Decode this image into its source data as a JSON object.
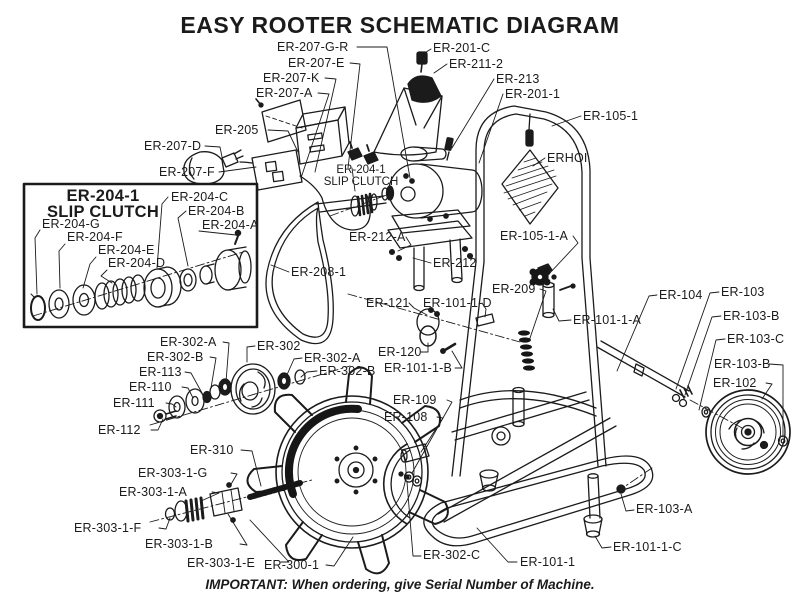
{
  "page": {
    "title": "EASY ROOTER SCHEMATIC DIAGRAM",
    "footer": "IMPORTANT: When ordering, give Serial Number of Machine."
  },
  "colors": {
    "ink": "#1b1b1b",
    "background": "#ffffff"
  },
  "inset": {
    "title_line1": "ER-204-1",
    "title_line2": "SLIP CLUTCH"
  },
  "motor_callout": {
    "line1": "ER-204-1",
    "line2": "SLIP CLUTCH"
  },
  "labels": [
    {
      "text": "ER-207-G-R"
    },
    {
      "text": "ER-201-C"
    },
    {
      "text": "ER-207-E"
    },
    {
      "text": "ER-211-2"
    },
    {
      "text": "ER-207-K"
    },
    {
      "text": "ER-213"
    },
    {
      "text": "ER-207-A"
    },
    {
      "text": "ER-201-1"
    },
    {
      "text": "ER-105-1"
    },
    {
      "text": "ER-205"
    },
    {
      "text": "ER-207-D"
    },
    {
      "text": "ERHOI"
    },
    {
      "text": "ER-207-F"
    },
    {
      "text": "ER-204-C"
    },
    {
      "text": "ER-204-B"
    },
    {
      "text": "ER-204-G"
    },
    {
      "text": "ER-204-A"
    },
    {
      "text": "ER-204-F"
    },
    {
      "text": "ER-204-E"
    },
    {
      "text": "ER-204-D"
    },
    {
      "text": "ER-212-A"
    },
    {
      "text": "ER-105-1-A"
    },
    {
      "text": "ER-212"
    },
    {
      "text": "ER-208-1"
    },
    {
      "text": "ER-209"
    },
    {
      "text": "ER-104"
    },
    {
      "text": "ER-103"
    },
    {
      "text": "ER-121"
    },
    {
      "text": "ER-101-1-D"
    },
    {
      "text": "ER-103-B"
    },
    {
      "text": "ER-101-1-A"
    },
    {
      "text": "ER-103-C"
    },
    {
      "text": "ER-302-A"
    },
    {
      "text": "ER-302"
    },
    {
      "text": "ER-302-B"
    },
    {
      "text": "ER-302-A"
    },
    {
      "text": "ER-113"
    },
    {
      "text": "ER-302-B"
    },
    {
      "text": "ER-120"
    },
    {
      "text": "ER-103-B"
    },
    {
      "text": "ER-110"
    },
    {
      "text": "ER-101-1-B"
    },
    {
      "text": "ER-102"
    },
    {
      "text": "ER-111"
    },
    {
      "text": "ER-109"
    },
    {
      "text": "ER-108"
    },
    {
      "text": "ER-112"
    },
    {
      "text": "ER-310"
    },
    {
      "text": "ER-303-1-G"
    },
    {
      "text": "ER-303-1-A"
    },
    {
      "text": "ER-303-1-F"
    },
    {
      "text": "ER-303-1-B"
    },
    {
      "text": "ER-303-1-E"
    },
    {
      "text": "ER-300-1"
    },
    {
      "text": "ER-302-C"
    },
    {
      "text": "ER-101-1"
    },
    {
      "text": "ER-103-A"
    },
    {
      "text": "ER-101-1-C"
    }
  ]
}
